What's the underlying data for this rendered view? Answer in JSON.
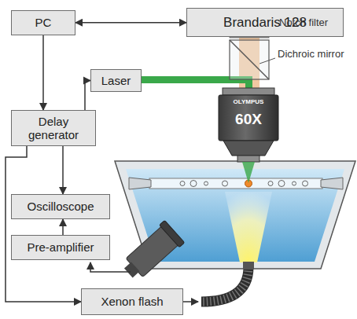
{
  "diagram": {
    "nodes": [
      {
        "text": [
          "PC"
        ]
      },
      {
        "text": [
          "Brandaris 128"
        ]
      },
      {
        "text": [
          "Laser"
        ]
      },
      {
        "text": [
          "Delay generator"
        ]
      },
      {
        "text": [
          "Oscilloscope"
        ]
      },
      {
        "text": [
          "Pre-amplifier"
        ]
      },
      {
        "text": [
          "Xenon flash"
        ]
      }
    ],
    "edges": [
      {
        "from": 0,
        "to": 1,
        "arrow": "both"
      },
      {
        "from": 0,
        "to": 3,
        "arrow": "to"
      },
      {
        "from": 3,
        "to": 2,
        "arrow": "to"
      },
      {
        "from": 3,
        "to": 4,
        "arrow": "to"
      },
      {
        "from": 5,
        "to": 4,
        "arrow": "to"
      },
      {
        "from": 3,
        "to": 6,
        "arrow": "to"
      }
    ],
    "labels": [
      "Notch filter",
      "Dichroic mirror",
      "OLYMPUS",
      "60X"
    ]
  }
}
